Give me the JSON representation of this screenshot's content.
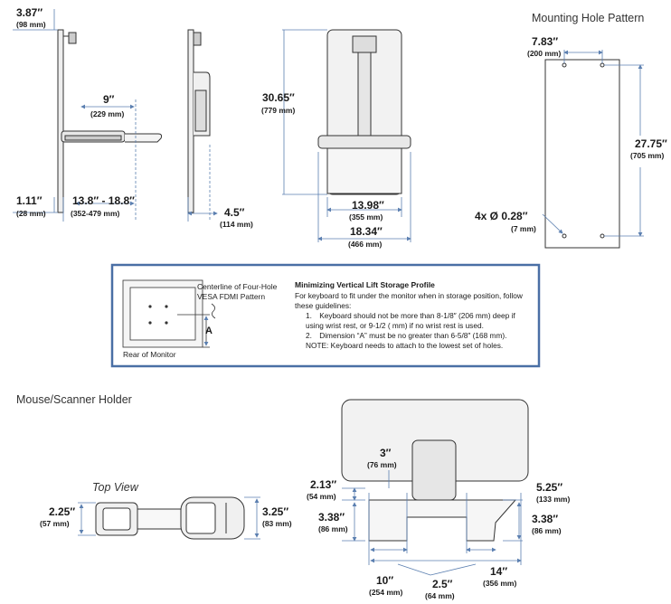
{
  "top": {
    "d_387": {
      "in": "3.87″",
      "mm": "(98 mm)"
    },
    "d_111": {
      "in": "1.11″",
      "mm": "(28 mm)"
    },
    "d_9": {
      "in": "9″",
      "mm": "(229 mm)"
    },
    "d_138": {
      "in": "13.8″ - 18.8″",
      "mm": "(352-479 mm)"
    },
    "d_45": {
      "in": "4.5″",
      "mm": "(114 mm)"
    },
    "d_3065": {
      "in": "30.65″",
      "mm": "(779 mm)"
    },
    "d_1398": {
      "in": "13.98″",
      "mm": "(355 mm)"
    },
    "d_1834": {
      "in": "18.34″",
      "mm": "(466 mm)"
    }
  },
  "mounting": {
    "title": "Mounting Hole Pattern",
    "d_783": {
      "in": "7.83″",
      "mm": "(200 mm)"
    },
    "d_2775": {
      "in": "27.75″",
      "mm": "(705 mm)"
    },
    "holes": {
      "in": "4x Ø 0.28″",
      "mm": "(7 mm)"
    }
  },
  "vesa_box": {
    "caption_1": "Centerline of Four-Hole",
    "caption_2": "VESA FDMI Pattern",
    "dim_label": "A",
    "rear_label": "Rear of Monitor",
    "heading": "Minimizing Vertical Lift Storage Profile",
    "intro": "For keyboard to fit under the monitor when in storage position, follow these guidelines:",
    "item1": "1. Keyboard should not be more than 8-1/8″ (206 mm) deep if using wrist rest, or 9-1/2 ( mm) if no wrist rest is used.",
    "item2": "2. Dimension “A” must be no greater than 6-5/8″ (168 mm).",
    "note": "NOTE: Keyboard needs to attach to the lowest set of holes."
  },
  "mouse": {
    "title": "Mouse/Scanner Holder",
    "top_view": "Top View",
    "d_225": {
      "in": "2.25″",
      "mm": "(57 mm)"
    },
    "d_325": {
      "in": "3.25″",
      "mm": "(83 mm)"
    },
    "d_3": {
      "in": "3″",
      "mm": "(76 mm)"
    },
    "d_213": {
      "in": "2.13″",
      "mm": "(54 mm)"
    },
    "d_338l": {
      "in": "3.38″",
      "mm": "(86 mm)"
    },
    "d_525": {
      "in": "5.25″",
      "mm": "(133 mm)"
    },
    "d_338r": {
      "in": "3.38″",
      "mm": "(86 mm)"
    },
    "d_10": {
      "in": "10″",
      "mm": "(254 mm)"
    },
    "d_25": {
      "in": "2.5″",
      "mm": "(64 mm)"
    },
    "d_14": {
      "in": "14″",
      "mm": "(356 mm)"
    }
  },
  "colors": {
    "dim_line": "#5b7fb0",
    "frame": "#4a6fa5",
    "drawing": "#333333"
  }
}
